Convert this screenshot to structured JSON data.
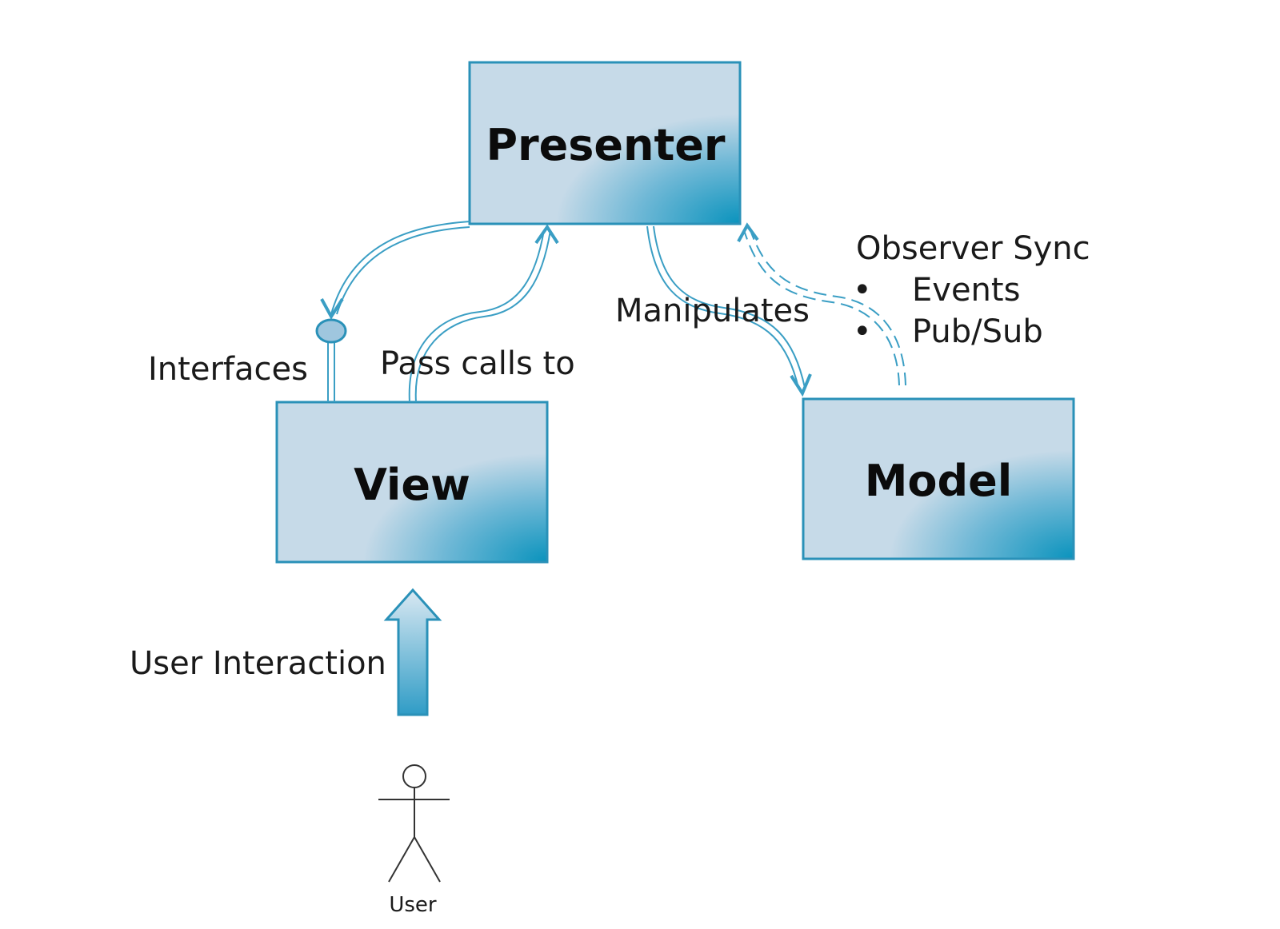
{
  "diagram": {
    "type": "MVP architecture diagram",
    "boxes": {
      "presenter": "Presenter",
      "view": "View",
      "model": "Model"
    },
    "labels": {
      "interfaces": "Interfaces",
      "pass_calls_to": "Pass calls to",
      "manipulates": "Manipulates",
      "observer_title": "Observer Sync",
      "observer_items": [
        "Events",
        "Pub/Sub"
      ],
      "bullet": "•",
      "user_interaction": "User Interaction",
      "user": "User"
    },
    "colors": {
      "box_fill_light": "#c6dae8",
      "box_fill_dark": "#0a93bd",
      "box_stroke": "#2a91b8",
      "arrow": "#3a9ec4",
      "text": "#0b0b0b"
    }
  }
}
